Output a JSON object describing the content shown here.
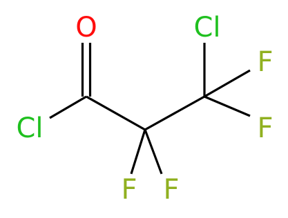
{
  "colors": {
    "bond": "#000000",
    "oxygen": "#ff0d0d",
    "chlorine": "#1fc01f",
    "fluorine": "#90b020",
    "background": "#ffffff"
  },
  "atoms": {
    "o1": {
      "label": "O",
      "element": "oxygen"
    },
    "cl_acyl": {
      "label": "Cl",
      "element": "chlorine"
    },
    "cl_top": {
      "label": "Cl",
      "element": "chlorine"
    },
    "f_right_upper": {
      "label": "F",
      "element": "fluorine"
    },
    "f_right_lower": {
      "label": "F",
      "element": "fluorine"
    },
    "f_bottom_left": {
      "label": "F",
      "element": "fluorine"
    },
    "f_bottom_right": {
      "label": "F",
      "element": "fluorine"
    }
  }
}
